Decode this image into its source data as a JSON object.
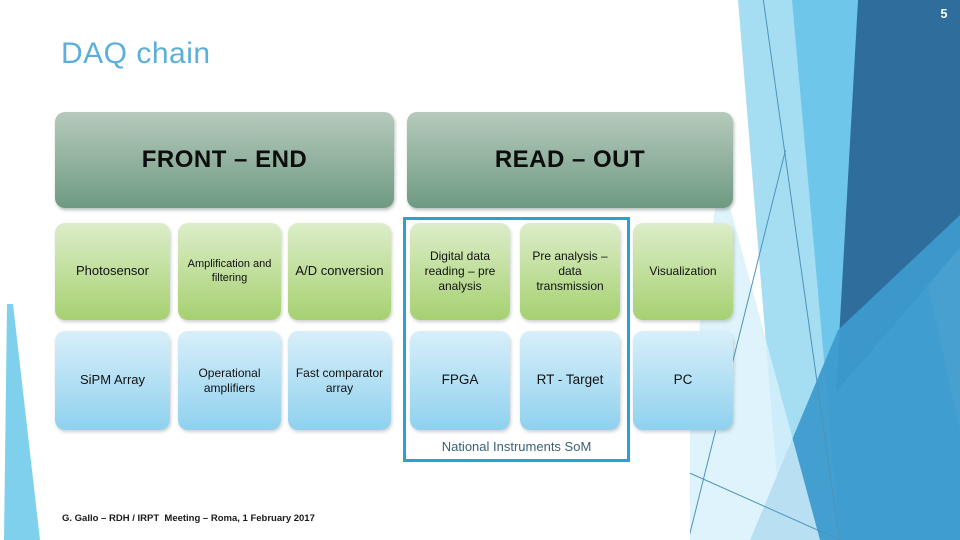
{
  "slide": {
    "page_number": "5",
    "title": "DAQ chain",
    "footer": "G. Gallo – RDH / IRPT  Meeting – Roma, 1 February 2017"
  },
  "diagram": {
    "front_end": {
      "header": "FRONT – END",
      "columns": [
        {
          "top": "Photosensor",
          "bottom": "SiPM Array"
        },
        {
          "top": "Amplification and filtering",
          "bottom": "Operational amplifiers"
        },
        {
          "top": "A/D conversion",
          "bottom": "Fast comparator array"
        }
      ]
    },
    "read_out": {
      "header": "READ – OUT",
      "columns": [
        {
          "top": "Digital data reading – pre analysis",
          "bottom": "FPGA"
        },
        {
          "top": "Pre analysis – data transmission",
          "bottom": "RT - Target"
        },
        {
          "top": "Visualization",
          "bottom": "PC"
        }
      ]
    },
    "highlight": {
      "label": "National Instruments SoM"
    }
  },
  "colors": {
    "title": "#5cafdb",
    "page_number": "#ffffff",
    "header_gradient_top": "#b6cabc",
    "header_gradient_bottom": "#6e9a82",
    "green_gradient_top": "#dcedc9",
    "green_gradient_bottom": "#a6d171",
    "blue_gradient_top": "#d8effa",
    "blue_gradient_bottom": "#8fd1ee",
    "highlight_border": "#2aa0d4",
    "highlight_label": "#3a6272",
    "facet_dark_blue": "#2e6d9c",
    "facet_mid_blue": "#3d9bce",
    "facet_light_blue": "#a5def3"
  }
}
